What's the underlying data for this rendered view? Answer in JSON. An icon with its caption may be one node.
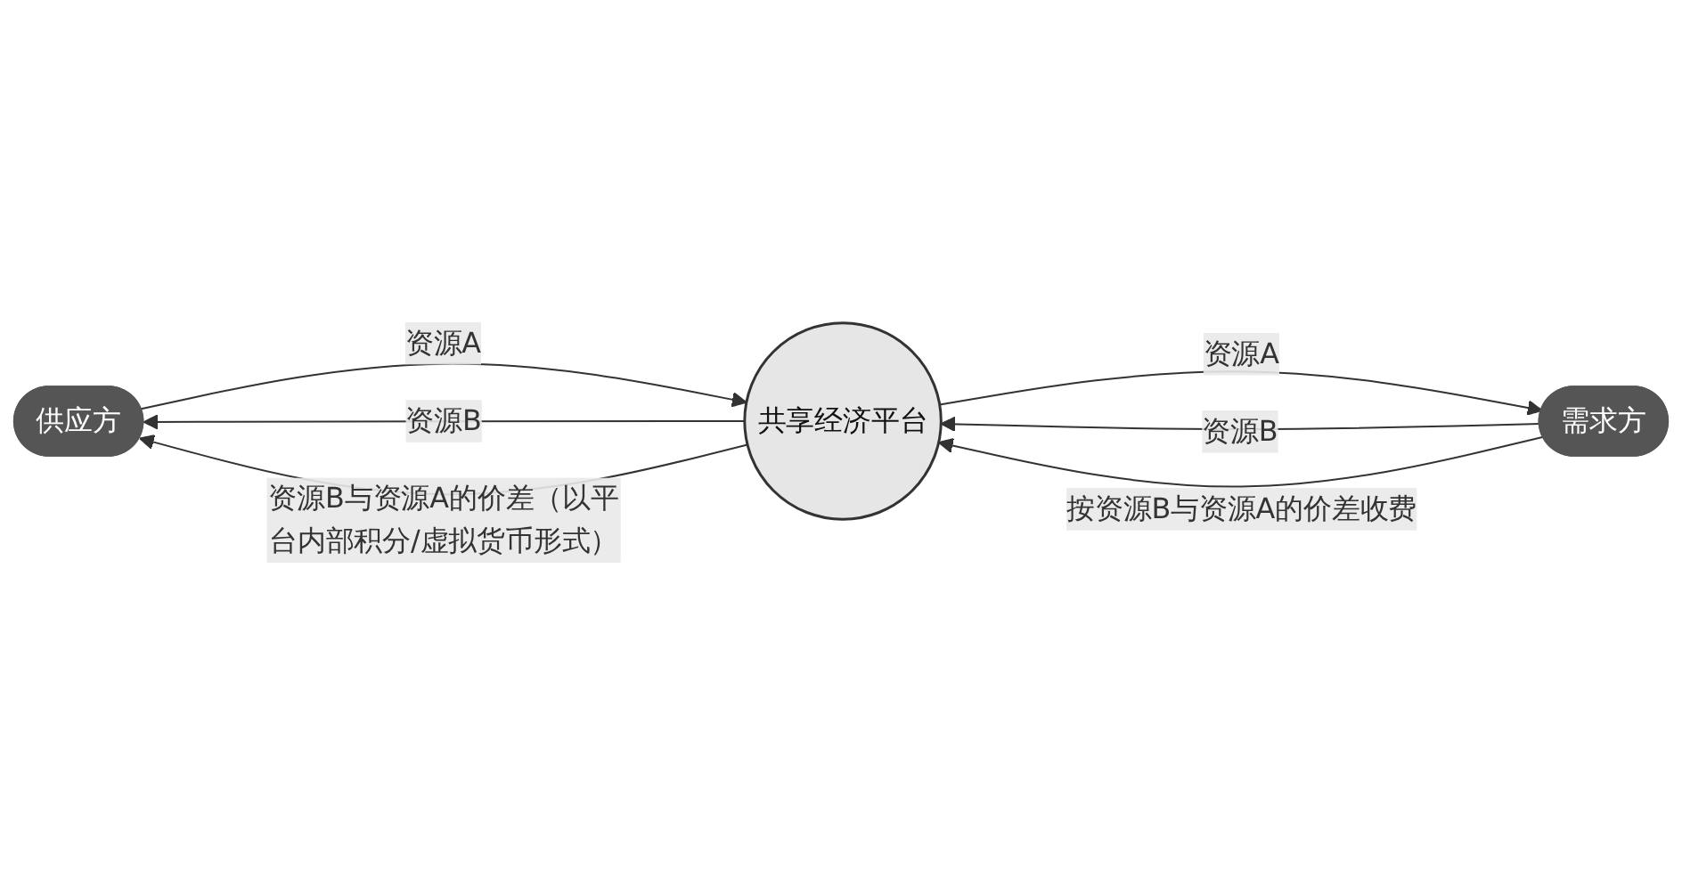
{
  "diagram": {
    "nodes": [
      {
        "text": [
          "供应方"
        ]
      },
      {
        "text": [
          "共享经济平台"
        ]
      },
      {
        "text": [
          "需求方"
        ]
      }
    ],
    "edges": [
      {
        "from": 0,
        "to": 1,
        "arrow": "to",
        "label": "资源A"
      },
      {
        "from": 1,
        "to": 0,
        "arrow": "to",
        "label": "资源B"
      },
      {
        "from": 1,
        "to": 0,
        "arrow": "to",
        "label": "资源B与资源A的价差（以平台内部积分/虚拟货币形式）"
      },
      {
        "from": 2,
        "to": 1,
        "arrow": "to",
        "label": "资源B"
      },
      {
        "from": 1,
        "to": 2,
        "arrow": "to",
        "label": "资源A"
      },
      {
        "from": 2,
        "to": 1,
        "arrow": "to",
        "label": "按资源B与资源A的价差收费"
      }
    ]
  }
}
